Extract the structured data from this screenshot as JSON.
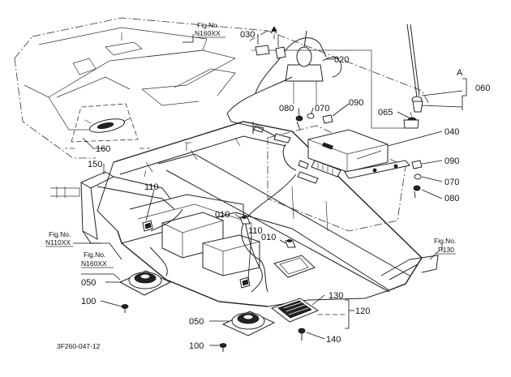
{
  "parts": {
    "p010a": "010",
    "p010b": "010",
    "p020": "020",
    "p030": "030",
    "p040": "040",
    "p050a": "050",
    "p050b": "050",
    "p060": "060",
    "p065": "065",
    "p070a": "070",
    "p070b": "070",
    "p080a": "080",
    "p080b": "080",
    "p090a": "090",
    "p090b": "090",
    "p100a": "100",
    "p100b": "100",
    "p110a": "110",
    "p110b": "110",
    "p120": "120",
    "p130": "130",
    "p140": "140",
    "p150": "150",
    "p160": "160"
  },
  "markers": {
    "a1": "A",
    "a2": "A"
  },
  "figrefs": {
    "figno": "Fig.No.",
    "n160xx_top": "N160XX",
    "n110xx": "N110XX",
    "n160xx_mid": "N160XX",
    "p130": "P130"
  },
  "footer": {
    "code": "3F260-047-12"
  }
}
